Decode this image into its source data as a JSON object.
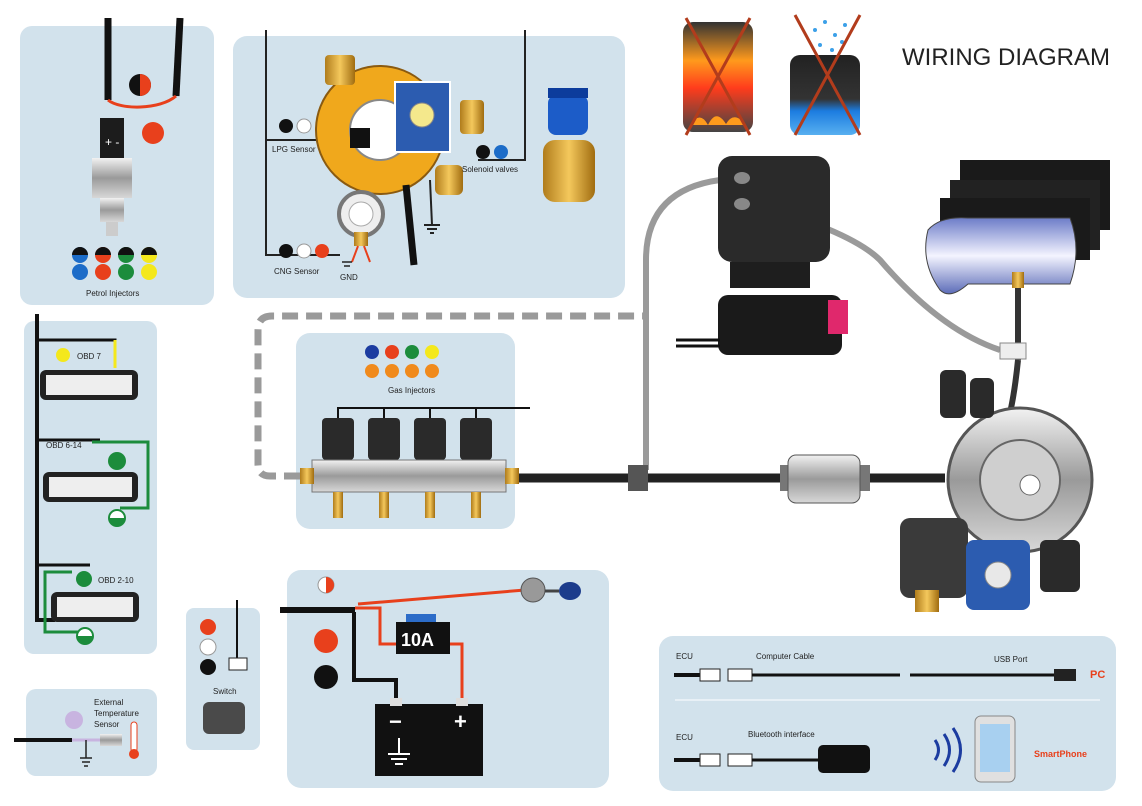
{
  "title": "WIRING DIAGRAM",
  "panels": {
    "petrol": {
      "label": "Petrol Injectors"
    },
    "sensors": {
      "lpg_label": "LPG Sensor",
      "cng_label": "CNG Sensor",
      "gnd_label": "GND",
      "solenoid_label": "Solenoid valves"
    },
    "obd": {
      "obd7": "OBD 7",
      "obd614": "OBD 6-14",
      "obd210": "OBD 2-10"
    },
    "gas_injectors": {
      "label": "Gas Injectors"
    },
    "temp": {
      "line1": "External",
      "line2": "Temperature",
      "line3": "Sensor"
    },
    "switch": {
      "label": "Switch"
    },
    "battery": {
      "fuse": "10A",
      "minus": "−",
      "plus": "+"
    },
    "connectivity": {
      "ecu1": "ECU",
      "cable": "Computer Cable",
      "usb": "USB Port",
      "pc": "PC",
      "ecu2": "ECU",
      "bt": "Bluetooth interface",
      "phone": "SmartPhone"
    }
  },
  "colors": {
    "panel": "#d2e2ec",
    "accent_red": "#e8401c",
    "accent_orange": "#f08a1c",
    "accent_yellow": "#f4e81c",
    "accent_green": "#1c8c3c",
    "accent_blue": "#1c6cc8",
    "wire_grey": "#9a9a9a"
  }
}
